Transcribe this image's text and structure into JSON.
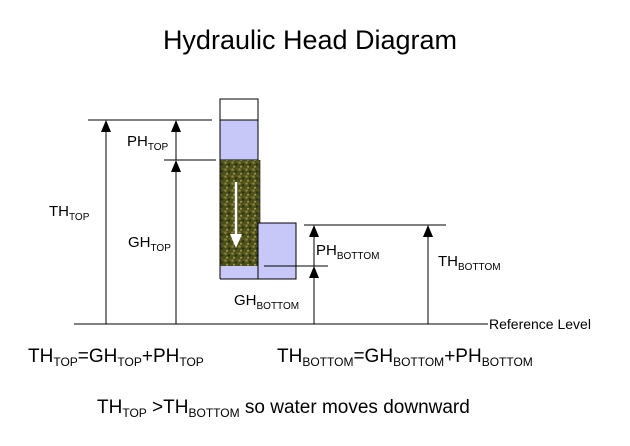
{
  "title": "Hydraulic Head Diagram",
  "labels": {
    "ph_top": {
      "main": "PH",
      "sub": "TOP"
    },
    "gh_top": {
      "main": "GH",
      "sub": "TOP"
    },
    "th_top": {
      "main": "TH",
      "sub": "TOP"
    },
    "ph_bottom": {
      "main": "PH",
      "sub": "BOTTOM"
    },
    "gh_bottom": {
      "main": "GH",
      "sub": "BOTTOM"
    },
    "th_bottom": {
      "main": "TH",
      "sub": "BOTTOM"
    },
    "reference_level": "Reference Level"
  },
  "equation_top": {
    "t1": "TH",
    "s1": "TOP",
    "t2": "=GH",
    "s2": "TOP",
    "t3": "+PH",
    "s3": "TOP"
  },
  "equation_bottom": {
    "t1": "TH",
    "s1": "BOTTOM",
    "t2": "=GH",
    "s2": "BOTTOM",
    "t3": "+PH",
    "s3": "BOTTOM"
  },
  "conclusion": {
    "t1": "TH",
    "s1": "TOP",
    "t2": " >TH",
    "s2": "BOTTOM",
    "t3": " so water moves downward"
  },
  "colors": {
    "water": "#c8c8f8",
    "soil_dark": "#2e3a12",
    "soil_mid": "#6b6a2a",
    "soil_light": "#a89a48",
    "flow_arrow": "#ffffff",
    "lines": "#000000"
  }
}
